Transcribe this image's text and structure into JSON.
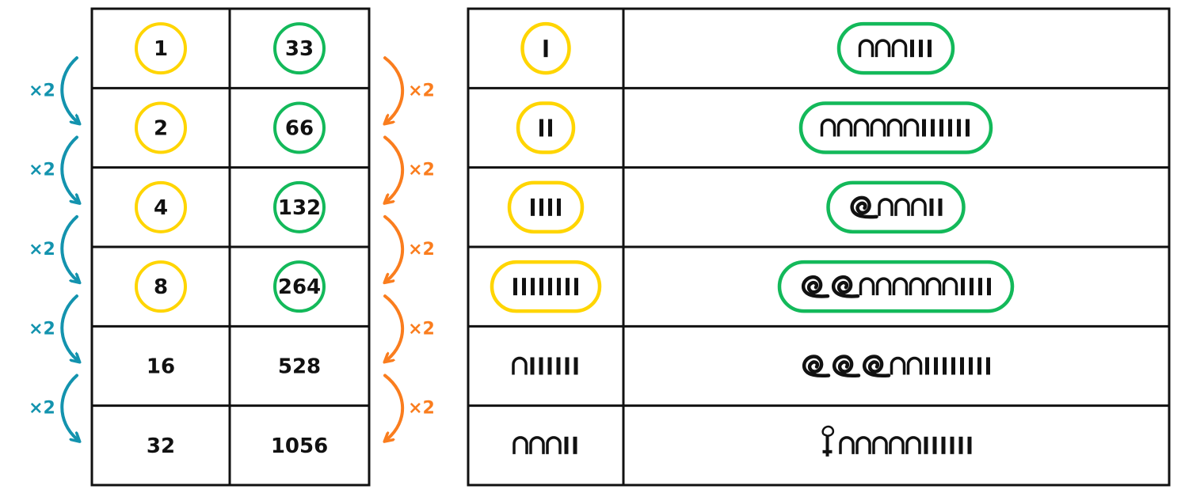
{
  "colors": {
    "yellow": "#FFD500",
    "green": "#13B95A",
    "blue_arrow": "#1393AE",
    "orange_arrow": "#FA7D1E",
    "ink": "#111111"
  },
  "multiplier_label": "×2",
  "rows": [
    {
      "left": "1",
      "right": "33",
      "circled": true,
      "eg_left": {
        "lotus": 0,
        "coil": 0,
        "heel": 0,
        "stroke": 1
      },
      "eg_right": {
        "lotus": 0,
        "coil": 0,
        "heel": 3,
        "stroke": 3
      },
      "eg_boxed": true
    },
    {
      "left": "2",
      "right": "66",
      "circled": true,
      "eg_left": {
        "lotus": 0,
        "coil": 0,
        "heel": 0,
        "stroke": 2
      },
      "eg_right": {
        "lotus": 0,
        "coil": 0,
        "heel": 6,
        "stroke": 6
      },
      "eg_boxed": true
    },
    {
      "left": "4",
      "right": "132",
      "circled": true,
      "eg_left": {
        "lotus": 0,
        "coil": 0,
        "heel": 0,
        "stroke": 4
      },
      "eg_right": {
        "lotus": 0,
        "coil": 1,
        "heel": 3,
        "stroke": 2
      },
      "eg_boxed": true
    },
    {
      "left": "8",
      "right": "264",
      "circled": true,
      "eg_left": {
        "lotus": 0,
        "coil": 0,
        "heel": 0,
        "stroke": 8
      },
      "eg_right": {
        "lotus": 0,
        "coil": 2,
        "heel": 6,
        "stroke": 4
      },
      "eg_boxed": true
    },
    {
      "left": "16",
      "right": "528",
      "circled": false,
      "eg_left": {
        "lotus": 0,
        "coil": 0,
        "heel": 1,
        "stroke": 6
      },
      "eg_right": {
        "lotus": 0,
        "coil": 3,
        "heel": 2,
        "stroke": 8
      },
      "eg_boxed": false
    },
    {
      "left": "32",
      "right": "1056",
      "circled": false,
      "eg_left": {
        "lotus": 0,
        "coil": 0,
        "heel": 3,
        "stroke": 2
      },
      "eg_right": {
        "lotus": 1,
        "coil": 0,
        "heel": 5,
        "stroke": 6
      },
      "eg_boxed": false
    }
  ]
}
